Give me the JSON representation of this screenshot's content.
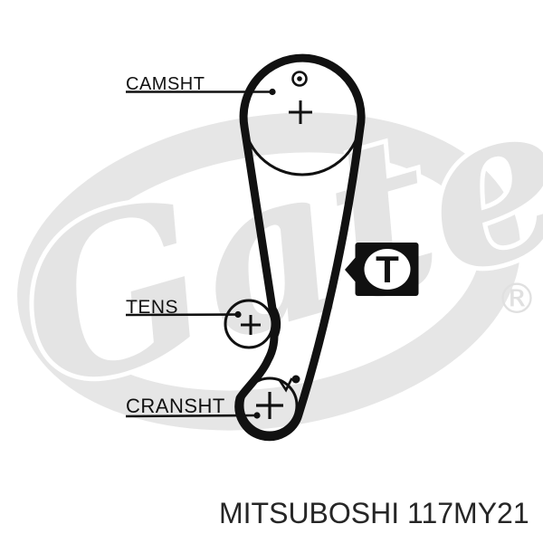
{
  "watermark": {
    "brand": "Gates",
    "registered_symbol": "®",
    "color": "#e4e4e4"
  },
  "diagram": {
    "line_color": "#111111",
    "pulleys": [
      {
        "id": "camshaft",
        "label": "CAMSHT"
      },
      {
        "id": "tensioner",
        "label": "TENS"
      },
      {
        "id": "crankshaft",
        "label": "CRANSHT"
      }
    ],
    "timing_mark_label": "T"
  },
  "caption": {
    "brand": "MITSUBOSHI",
    "part_number": "117MY21",
    "text": "MITSUBOSHI 117MY21",
    "color": "#262626"
  }
}
